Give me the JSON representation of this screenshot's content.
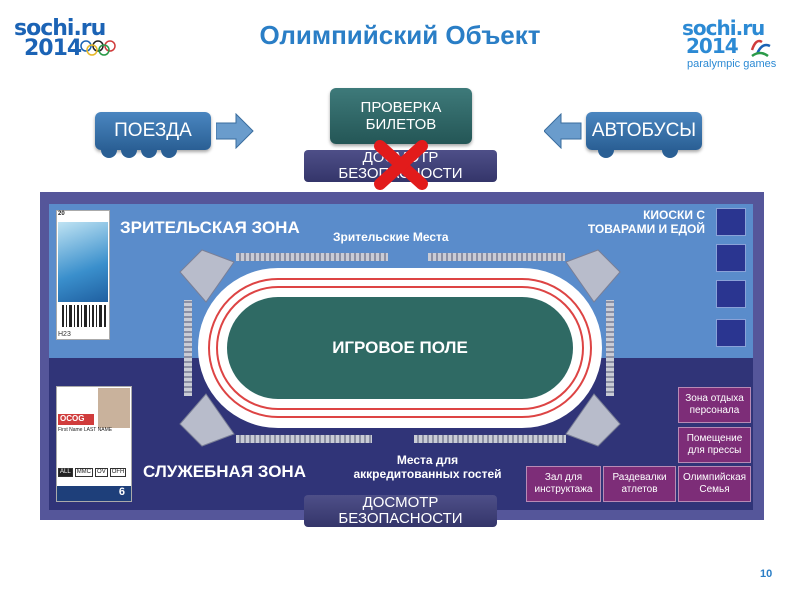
{
  "header": {
    "title": "Олимпийский Объект",
    "logo_left_top": "sochi.ru",
    "logo_left_bottom": "2014",
    "logo_right_top": "sochi.ru",
    "logo_right_bottom": "2014",
    "logo_right_sub": "paralympic games"
  },
  "flow": {
    "trains": "ПОЕЗДА",
    "buses": "АВТОБУСЫ",
    "ticket_check_line1": "ПРОВЕРКА",
    "ticket_check_line2": "БИЛЕТОВ",
    "security_top_line1": "ДОСМОТР",
    "security_top_line2": "БЕЗОПАСНОСТИ",
    "security_bottom_line1": "ДОСМОТР",
    "security_bottom_line2": "БЕЗОПАСНОСТИ"
  },
  "venue": {
    "spectator_zone": "ЗРИТЕЛЬСКАЯ ЗОНА",
    "spectator_seats": "Зрительские Места",
    "kiosks_line1": "КИОСКИ С",
    "kiosks_line2": "ТОВАРАМИ И ЕДОЙ",
    "field": "ИГРОВОЕ ПОЛЕ",
    "service_zone": "СЛУЖЕБНАЯ ЗОНА",
    "accredited_line1": "Места для",
    "accredited_line2": "аккредитованных гостей",
    "rooms": {
      "staff_rest": "Зона отдыха персонала",
      "press_room": "Помещение для прессы",
      "olympic_family": "Олимпийская Семья",
      "briefing_hall": "Зал для инструктажа",
      "athlete_lockers": "Раздевалки атлетов"
    }
  },
  "ticket": {
    "date": "20",
    "code": "H23"
  },
  "accreditation": {
    "org": "OCOG",
    "name": "First Name LAST NAME",
    "categories": [
      "ALL",
      "MMC",
      "OV",
      "OFH"
    ],
    "number": "6"
  },
  "page_number": "10",
  "colors": {
    "title_blue": "#2a7ec6",
    "spectator_zone": "#5a8ccb",
    "service_zone": "#303478",
    "field_green": "#2f6a64",
    "room_purple": "#7d2d78",
    "blocked_red": "#e21b1b"
  }
}
